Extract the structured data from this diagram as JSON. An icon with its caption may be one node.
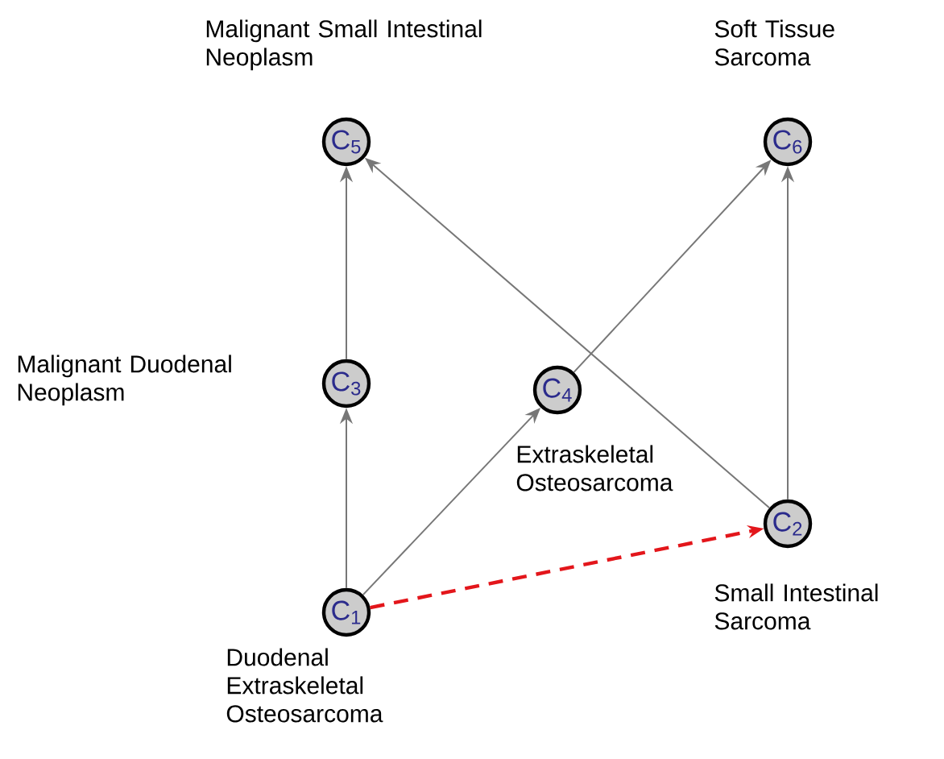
{
  "diagram": {
    "nodes": [
      {
        "text": [
          "C$_{5}$"
        ],
        "beside": [
          "Malignant Small Intestinal Neoplasm"
        ]
      },
      {
        "text": [
          "C$_{6}$"
        ],
        "beside": [
          "Soft Tissue Sarcoma"
        ]
      },
      {
        "text": [
          "C$_{3}$"
        ],
        "beside": [
          "Malignant Duodenal Neoplasm"
        ]
      },
      {
        "text": [
          "C$_{4}$"
        ],
        "beside": [
          "Extraskeletal Osteosarcoma"
        ]
      },
      {
        "text": [
          "C$_{2}$"
        ],
        "beside": [
          "Small Intestinal Sarcoma"
        ]
      },
      {
        "text": [
          "C$_{1}$"
        ],
        "beside": [
          "Duodenal Extraskeletal Osteosarcoma"
        ]
      }
    ],
    "edges": [
      {
        "from": 5,
        "to": 2,
        "arrow": "to"
      },
      {
        "from": 2,
        "to": 0,
        "arrow": "to"
      },
      {
        "from": 5,
        "to": 3,
        "arrow": "to"
      },
      {
        "from": 3,
        "to": 1,
        "arrow": "to"
      },
      {
        "from": 4,
        "to": 0,
        "arrow": "to"
      },
      {
        "from": 4,
        "to": 1,
        "arrow": "to"
      },
      {
        "from": 5,
        "to": 4,
        "arrow": "to",
        "style": "dashed",
        "color": "#e3161b"
      }
    ]
  }
}
